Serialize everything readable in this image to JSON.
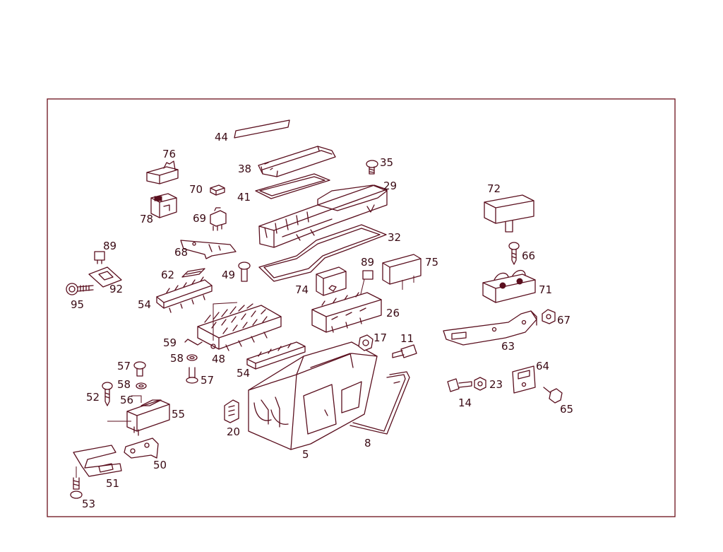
{
  "diagram": {
    "frame_color": "#6b0f1a",
    "line_color": "#5a0f1e",
    "callouts": {
      "c44": "44",
      "c76": "76",
      "c38": "38",
      "c35": "35",
      "c70": "70",
      "c41": "41",
      "c29": "29",
      "c72": "72",
      "c69": "69",
      "c78": "78",
      "c32": "32",
      "c68": "68",
      "c89a": "89",
      "c66": "66",
      "c75": "75",
      "c89b": "89",
      "c49": "49",
      "c62": "62",
      "c92": "92",
      "c74": "74",
      "c71": "71",
      "c95": "95",
      "c54a": "54",
      "c26": "26",
      "c67": "67",
      "c17": "17",
      "c11": "11",
      "c59": "59",
      "c63": "63",
      "c58a": "58",
      "c48": "48",
      "c57a": "57",
      "c64": "64",
      "c54b": "54",
      "c57b": "57",
      "c58b": "58",
      "c23": "23",
      "c52": "52",
      "c56": "56",
      "c14": "14",
      "c55": "55",
      "c65": "65",
      "c20": "20",
      "c8": "8",
      "c5": "5",
      "c50": "50",
      "c51": "51",
      "c53": "53"
    }
  }
}
